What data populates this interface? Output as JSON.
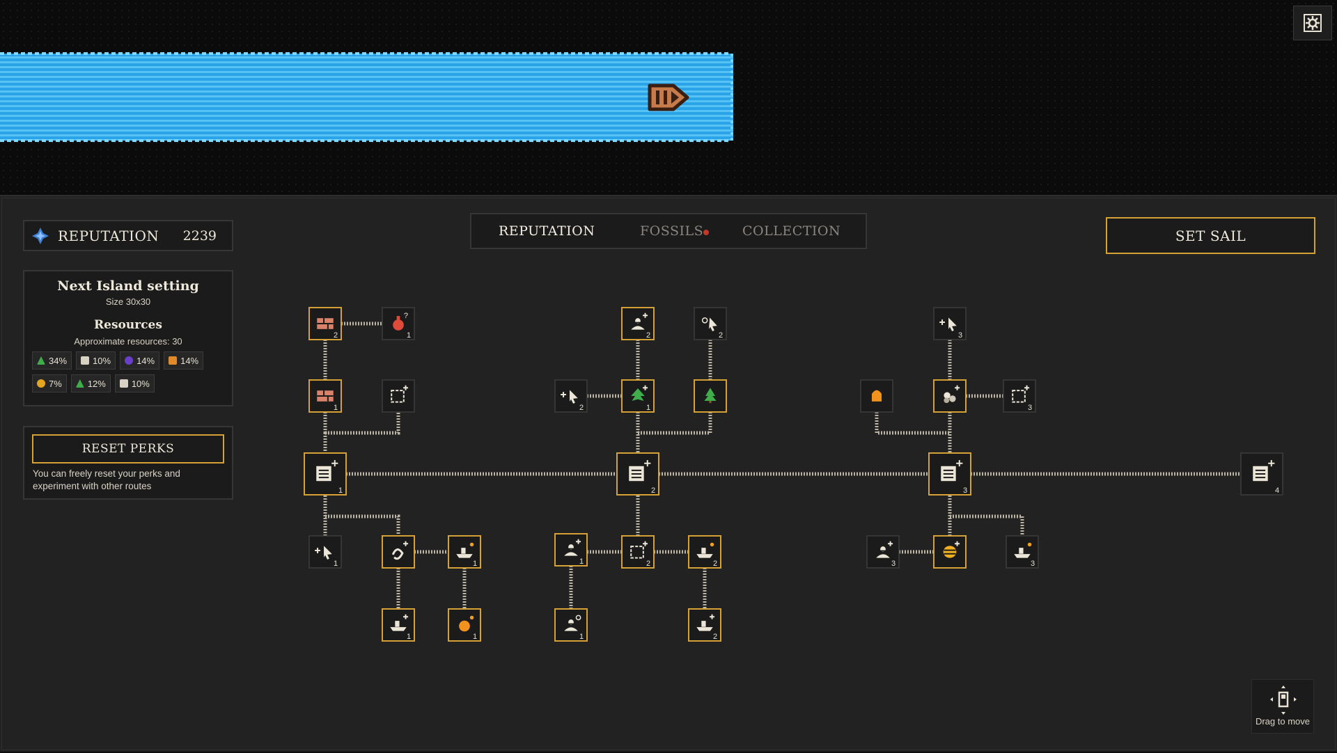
{
  "reputation": {
    "label": "REPUTATION",
    "value": "2239",
    "icon": "reputation-icon"
  },
  "island": {
    "title": "Next Island setting",
    "size": "Size 30x30",
    "resources_title": "Resources",
    "approx": "Approximate resources: 30",
    "resources": [
      {
        "icon": "tree-icon",
        "color": "#3fae4a",
        "value": "34%"
      },
      {
        "icon": "recycle-icon",
        "color": "#d8d2c4",
        "value": "10%"
      },
      {
        "icon": "berry-icon",
        "color": "#6a3fc8",
        "value": "14%"
      },
      {
        "icon": "sparkle-icon",
        "color": "#e08a2a",
        "value": "14%"
      },
      {
        "icon": "beehive-icon",
        "color": "#e6a520",
        "value": "7%"
      },
      {
        "icon": "leaf-icon",
        "color": "#3fae4a",
        "value": "12%"
      },
      {
        "icon": "rock-icon",
        "color": "#d8d2c4",
        "value": "10%"
      }
    ]
  },
  "reset": {
    "button": "RESET PERKS",
    "description": "You can freely reset your perks and experiment with other routes"
  },
  "tabs": [
    {
      "label": "REPUTATION",
      "active": true
    },
    {
      "label": "FOSSILS",
      "active": false,
      "badge": true
    },
    {
      "label": "COLLECTION",
      "active": false
    }
  ],
  "set_sail": "SET SAIL",
  "drag_hint": "Drag to move",
  "perks": [
    {
      "id": "p1",
      "icon": "bricks-icon",
      "level": "2",
      "unlocked": true
    },
    {
      "id": "p2",
      "icon": "mystery-potion-icon",
      "level": "1",
      "unlocked": false
    },
    {
      "id": "p3",
      "icon": "bricks-icon",
      "level": "1",
      "unlocked": true
    },
    {
      "id": "p4",
      "icon": "frame-plus-icon",
      "level": "",
      "unlocked": false
    },
    {
      "id": "p5",
      "icon": "scroll-plus-icon",
      "level": "1",
      "unlocked": true
    },
    {
      "id": "p6",
      "icon": "cursor-plus-icon",
      "level": "1",
      "unlocked": false
    },
    {
      "id": "p7",
      "icon": "swirl-plus-icon",
      "level": "",
      "unlocked": true
    },
    {
      "id": "p8",
      "icon": "ship-dot-icon",
      "level": "1",
      "unlocked": true
    },
    {
      "id": "p9",
      "icon": "ship-plus-icon",
      "level": "1",
      "unlocked": true
    },
    {
      "id": "p10",
      "icon": "orange-fruit-icon",
      "level": "1",
      "unlocked": true
    },
    {
      "id": "p11",
      "icon": "worker-plus-icon",
      "level": "2",
      "unlocked": true
    },
    {
      "id": "p12",
      "icon": "magnify-cursor-icon",
      "level": "2",
      "unlocked": false
    },
    {
      "id": "p13",
      "icon": "cursor-plus-icon",
      "level": "2",
      "unlocked": false
    },
    {
      "id": "p14",
      "icon": "leaf-plus-icon",
      "level": "1",
      "unlocked": true
    },
    {
      "id": "p15",
      "icon": "tree-icon",
      "level": "",
      "unlocked": true
    },
    {
      "id": "p16",
      "icon": "scroll-plus-icon",
      "level": "2",
      "unlocked": true
    },
    {
      "id": "p17",
      "icon": "worker-plus-icon",
      "level": "1",
      "unlocked": true
    },
    {
      "id": "p18",
      "icon": "frame-plus-icon",
      "level": "2",
      "unlocked": true
    },
    {
      "id": "p19",
      "icon": "ship-dot-icon",
      "level": "2",
      "unlocked": true
    },
    {
      "id": "p20",
      "icon": "worker-gear-icon",
      "level": "1",
      "unlocked": true
    },
    {
      "id": "p21",
      "icon": "ship-plus-icon",
      "level": "2",
      "unlocked": true
    },
    {
      "id": "p22",
      "icon": "cursor-plus-icon",
      "level": "3",
      "unlocked": false
    },
    {
      "id": "p23",
      "icon": "orange-bell-icon",
      "level": "",
      "unlocked": false
    },
    {
      "id": "p24",
      "icon": "stones-plus-icon",
      "level": "",
      "unlocked": true
    },
    {
      "id": "p25",
      "icon": "frame-plus-icon",
      "level": "3",
      "unlocked": false
    },
    {
      "id": "p26",
      "icon": "scroll-plus-icon",
      "level": "3",
      "unlocked": true
    },
    {
      "id": "p27",
      "icon": "worker-plus-icon",
      "level": "3",
      "unlocked": false
    },
    {
      "id": "p28",
      "icon": "beehive-plus-icon",
      "level": "",
      "unlocked": true
    },
    {
      "id": "p29",
      "icon": "ship-dot-icon",
      "level": "3",
      "unlocked": false
    },
    {
      "id": "p30",
      "icon": "scroll-plus-icon",
      "level": "4",
      "unlocked": false
    }
  ],
  "icons": {
    "settings": "settings-gear-icon",
    "boat": "boat-icon",
    "drag": "drag-move-icon"
  }
}
